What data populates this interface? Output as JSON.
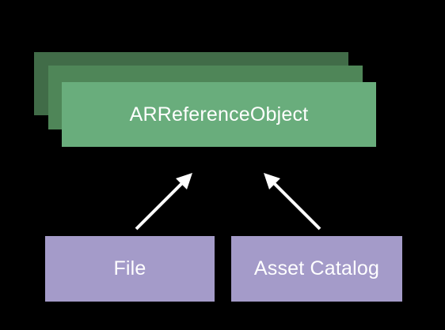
{
  "colors": {
    "background": "#000000",
    "stack_back": "#416c48",
    "stack_mid": "#4f8658",
    "stack_front": "#69ad7c",
    "source_box": "#a49bc9",
    "arrow": "#ffffff",
    "text": "#ffffff"
  },
  "target": {
    "label": "ARReferenceObject"
  },
  "sources": [
    {
      "label": "File"
    },
    {
      "label": "Asset Catalog"
    }
  ]
}
